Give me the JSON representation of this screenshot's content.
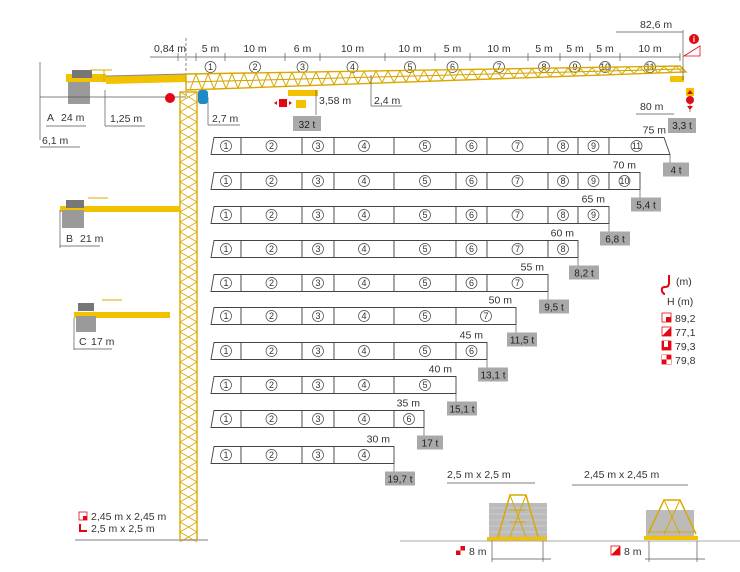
{
  "colors": {
    "crane_yellow": "#f2c200",
    "accent_red": "#e30613",
    "load_box": "#a9a9a9"
  },
  "top_dimensions": [
    "0,84 m",
    "5 m",
    "10 m",
    "6 m",
    "10 m",
    "10 m",
    "5 m",
    "10 m",
    "5 m",
    "5 m",
    "5 m",
    "10 m"
  ],
  "jib_sections": [
    "1",
    "2",
    "3",
    "4",
    "5",
    "6",
    "7",
    "8",
    "9",
    "10",
    "11"
  ],
  "max_radius": "82,6 m",
  "tip_radius": "80 m",
  "tip_load": "3,3 t",
  "max_load": "32 t",
  "hook_height": "3,58 m",
  "jib_height": "2,4 m",
  "tower_offset": "2,7 m",
  "counterjib_height": "1,25 m",
  "counterjib_a": {
    "letter": "A",
    "length": "24 m"
  },
  "counterjib_b": {
    "letter": "B",
    "length": "21 m"
  },
  "counterjib_c": {
    "letter": "C",
    "length": "17 m"
  },
  "counterjib_total_height": "6,1 m",
  "configurations": [
    {
      "length": "75 m",
      "load": "4 t",
      "sections": [
        "1",
        "2",
        "3",
        "4",
        "5",
        "6",
        "7",
        "8",
        "9",
        "11"
      ]
    },
    {
      "length": "70 m",
      "load": "5,4 t",
      "sections": [
        "1",
        "2",
        "3",
        "4",
        "5",
        "6",
        "7",
        "8",
        "9",
        "10"
      ]
    },
    {
      "length": "65 m",
      "load": "6,8 t",
      "sections": [
        "1",
        "2",
        "3",
        "4",
        "5",
        "6",
        "7",
        "8",
        "9"
      ]
    },
    {
      "length": "60 m",
      "load": "8,2 t",
      "sections": [
        "1",
        "2",
        "3",
        "4",
        "5",
        "6",
        "7",
        "8"
      ]
    },
    {
      "length": "55 m",
      "load": "9,5 t",
      "sections": [
        "1",
        "2",
        "3",
        "4",
        "5",
        "6",
        "7"
      ]
    },
    {
      "length": "50 m",
      "load": "11,5 t",
      "sections": [
        "1",
        "2",
        "3",
        "4",
        "5",
        "7"
      ]
    },
    {
      "length": "45 m",
      "load": "13,1 t",
      "sections": [
        "1",
        "2",
        "3",
        "4",
        "5",
        "6"
      ]
    },
    {
      "length": "40 m",
      "load": "15,1 t",
      "sections": [
        "1",
        "2",
        "3",
        "4",
        "5"
      ]
    },
    {
      "length": "35 m",
      "load": "17 t",
      "sections": [
        "1",
        "2",
        "3",
        "4",
        "6"
      ]
    },
    {
      "length": "30 m",
      "load": "19,7 t",
      "sections": [
        "1",
        "2",
        "3",
        "4"
      ]
    }
  ],
  "legend": {
    "hook_unit": "(m)",
    "height_header": "H (m)",
    "heights": [
      "89,2",
      "77,1",
      "79,3",
      "79,8"
    ]
  },
  "tower_bases": [
    "2,45 m x 2,45 m",
    "2,5 m x 2,5 m"
  ],
  "base_left": {
    "size": "2,5 m x 2,5 m",
    "width": "8 m"
  },
  "base_right": {
    "size": "2,45 m x 2,45 m",
    "width": "8 m"
  }
}
